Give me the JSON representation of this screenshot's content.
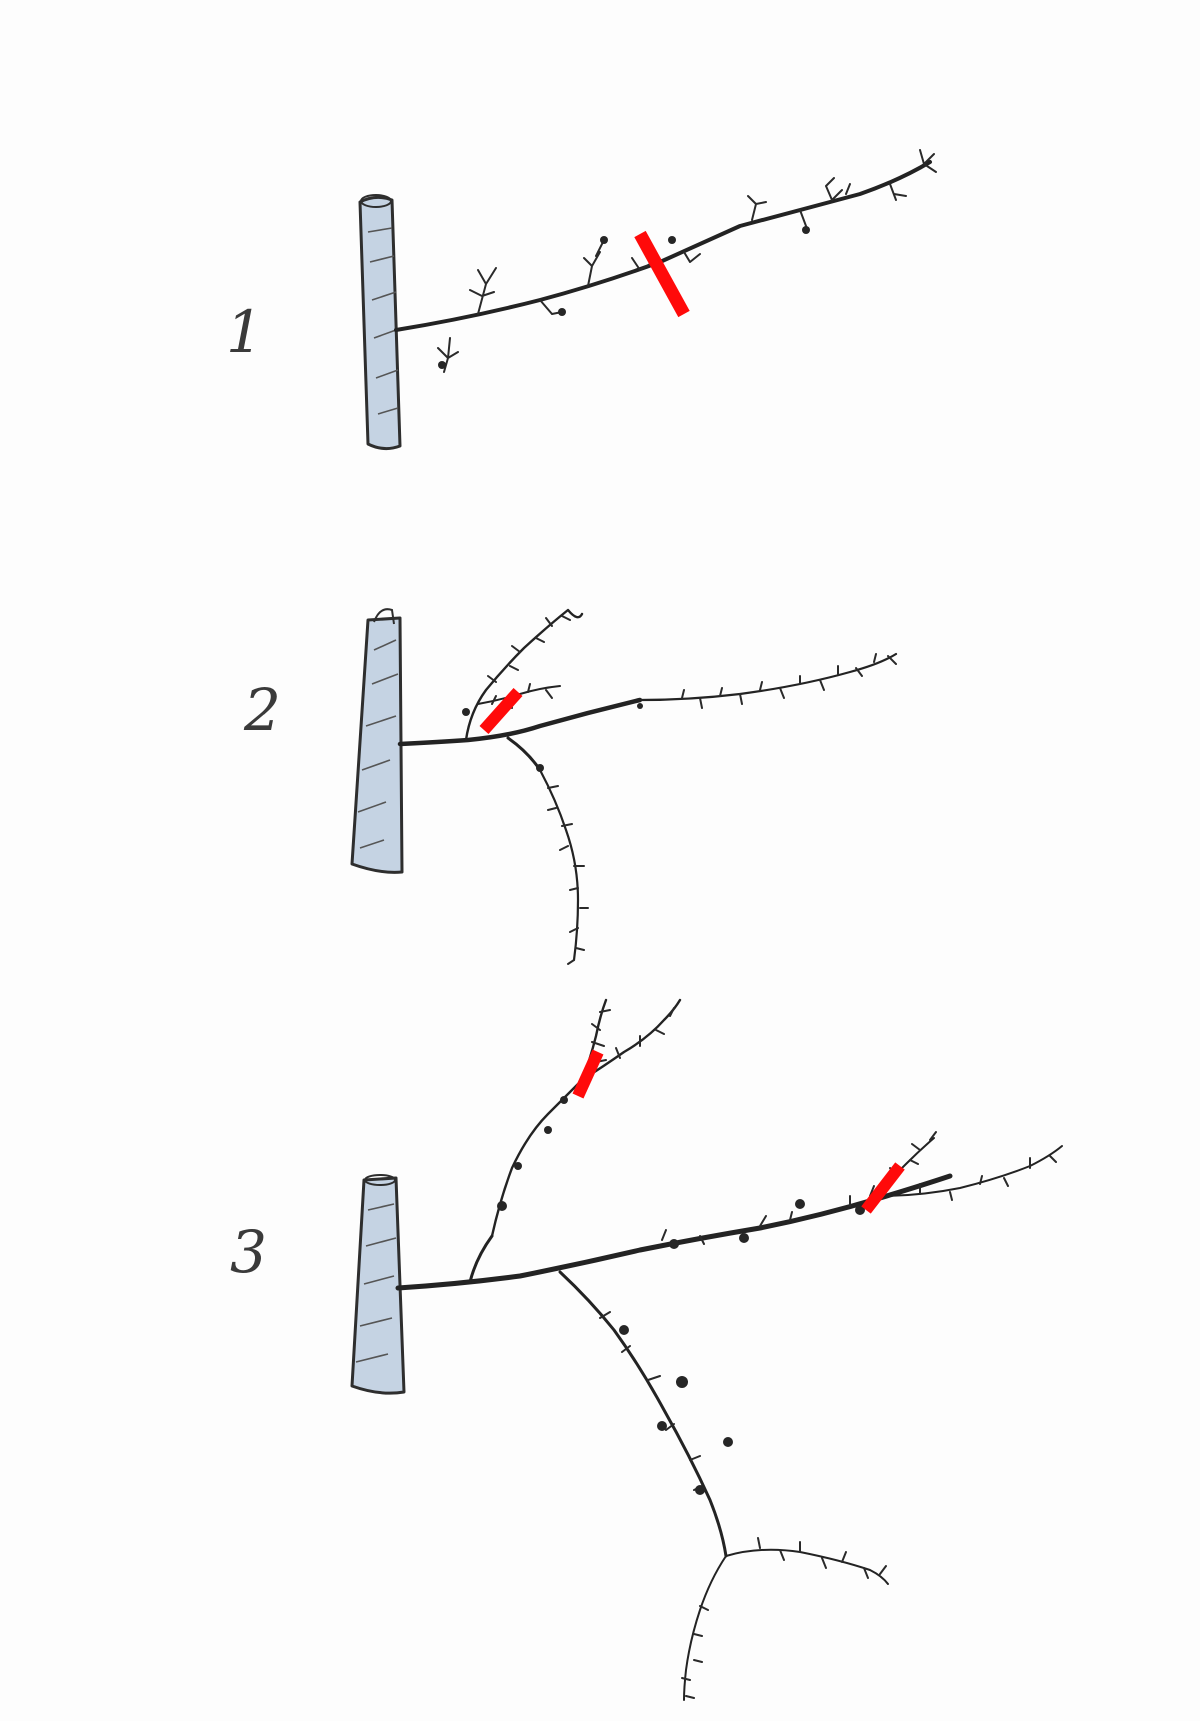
{
  "colors": {
    "paper": "#fdfdfd",
    "trunk_fill": "#c5d3e3",
    "branch": "#232323",
    "cut_mark": "#ff0a0a"
  },
  "steps": [
    {
      "label": "1"
    },
    {
      "label": "2"
    },
    {
      "label": "3"
    }
  ]
}
